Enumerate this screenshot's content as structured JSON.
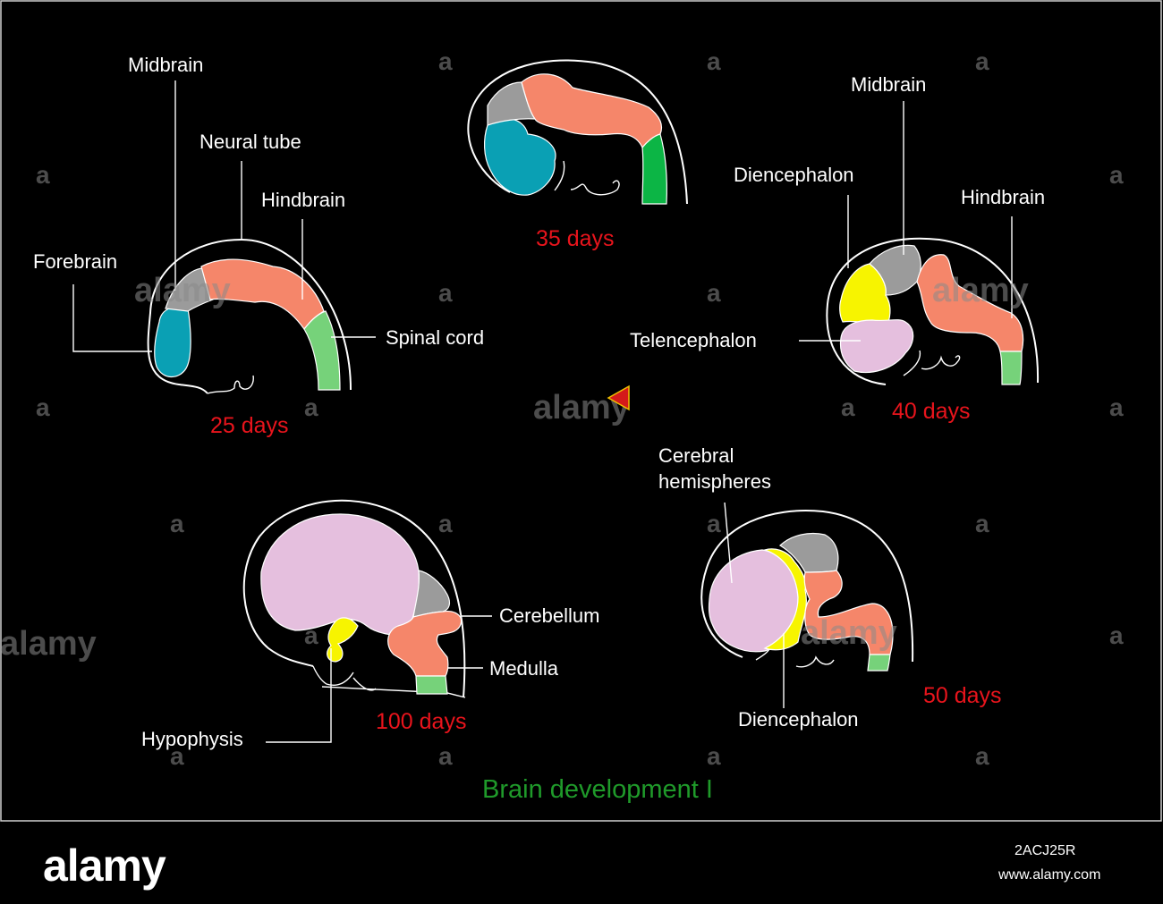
{
  "colors": {
    "forebrain": "#0aa0b4",
    "midbrain": "#9b9b9b",
    "hindbrain": "#f5866a",
    "spinal_cord": "#76d27a",
    "spinal_cord_35": "#0cb545",
    "diencephalon": "#f7f400",
    "telencephalon": "#e5bfde",
    "title": "#1f9a2a",
    "age": "#e8141c"
  },
  "labels": {
    "forebrain": "Forebrain",
    "midbrain": "Midbrain",
    "neural_tube": "Neural tube",
    "hindbrain": "Hindbrain",
    "spinal_cord": "Spinal cord",
    "diencephalon": "Diencephalon",
    "telencephalon": "Telencephalon",
    "cerebral_1": "Cerebral",
    "cerebral_2": "hemispheres",
    "cerebellum": "Cerebellum",
    "medulla": "Medulla",
    "hypophysis": "Hypophysis"
  },
  "stages": {
    "d25": "25 days",
    "d35": "35 days",
    "d40": "40 days",
    "d50": "50 days",
    "d100": "100 days"
  },
  "title": "Brain development I",
  "footer": {
    "brand": "alamy",
    "image_id": "2ACJ25R",
    "url": "www.alamy.com"
  },
  "watermark": {
    "word": "alamy",
    "glyph": "a"
  }
}
